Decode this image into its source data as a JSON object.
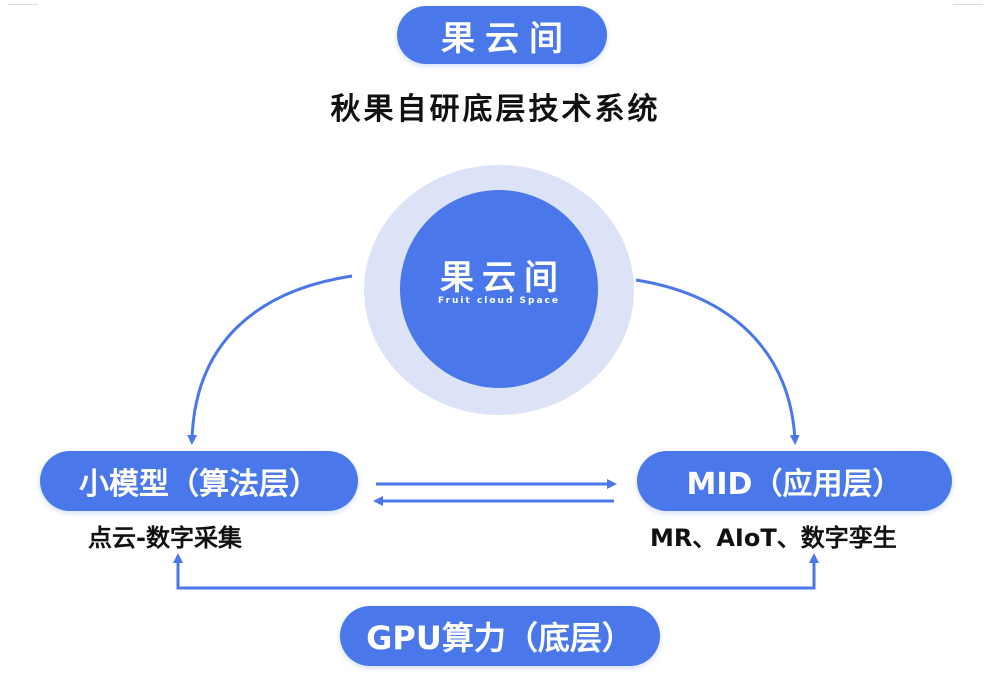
{
  "diagram": {
    "top_badge": {
      "label": "果云间"
    },
    "subtitle": "秋果自研底层技术系统",
    "center_node": {
      "title": "果云间",
      "subtitle": "Fruit cloud Space"
    },
    "left_node": {
      "label": "小模型（算法层）",
      "caption": "点云-数字采集"
    },
    "right_node": {
      "label": "MID（应用层）",
      "caption": "MR、AIoT、数字孪生"
    },
    "bottom_node": {
      "label": "GPU算力（底层）"
    },
    "connections": [
      {
        "from": "center_node",
        "to": "left_node",
        "style": "curved-arrow"
      },
      {
        "from": "center_node",
        "to": "right_node",
        "style": "curved-arrow"
      },
      {
        "from": "left_node",
        "to": "right_node",
        "style": "straight-arrow"
      },
      {
        "from": "right_node",
        "to": "left_node",
        "style": "straight-arrow"
      },
      {
        "from": "bottom_node",
        "to": "left_node",
        "style": "elbow-arrow"
      },
      {
        "from": "bottom_node",
        "to": "right_node",
        "style": "elbow-arrow"
      }
    ],
    "colors": {
      "primary": "#4a78ea",
      "halo": "#dde3f7",
      "text_dark": "#111111",
      "text_light": "#ffffff"
    }
  }
}
